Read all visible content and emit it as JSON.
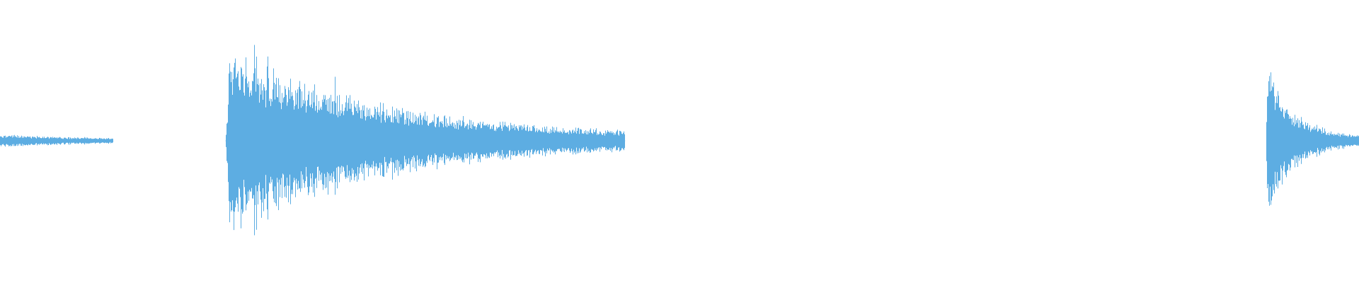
{
  "waveform": {
    "color": "#5dade2",
    "background": "#ffffff",
    "duration_fraction_total": 1.0,
    "events": [
      {
        "name": "lead-in-noise",
        "start": 0.0,
        "end": 0.083,
        "peak": 0.04,
        "decay": 0.2
      },
      {
        "name": "main-burst",
        "start": 0.166,
        "end": 0.46,
        "peak": 0.66,
        "decay": 2.6
      },
      {
        "name": "tick",
        "start": 0.411,
        "end": 0.413,
        "peak": 0.06,
        "decay": 1.0
      },
      {
        "name": "second-burst",
        "start": 0.932,
        "end": 1.0,
        "peak": 0.57,
        "decay": 3.4
      }
    ]
  }
}
